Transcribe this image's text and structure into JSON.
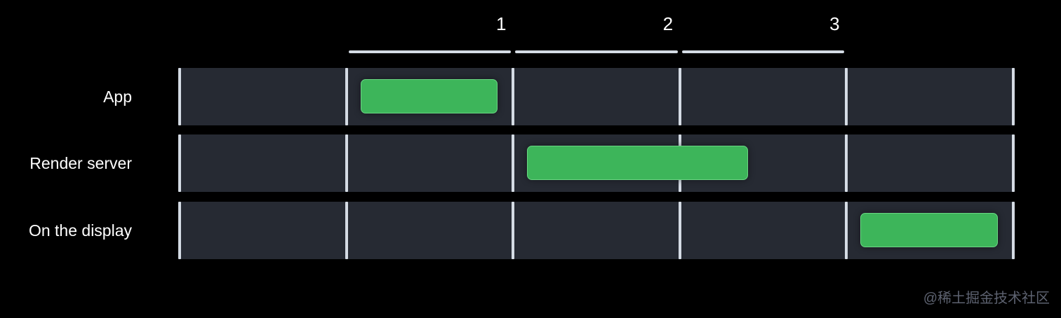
{
  "colors": {
    "background": "#000000",
    "track": "#262a33",
    "divider": "#d4dbe4",
    "bracket": "#d4dbe4",
    "bar": "#3db55a",
    "label_text": "#ffffff",
    "watermark_text": "#5d6270"
  },
  "timeline": {
    "tick_labels": [
      "1",
      "2",
      "3"
    ],
    "rows": [
      {
        "label": "App",
        "bar_start_frame": 1,
        "bar_end_frame": 2
      },
      {
        "label": "Render server",
        "bar_start_frame": 2,
        "bar_end_frame": 3.5
      },
      {
        "label": "On the display",
        "bar_start_frame": 4,
        "bar_end_frame": 5
      }
    ]
  },
  "watermark": "@稀土掘金技术社区"
}
